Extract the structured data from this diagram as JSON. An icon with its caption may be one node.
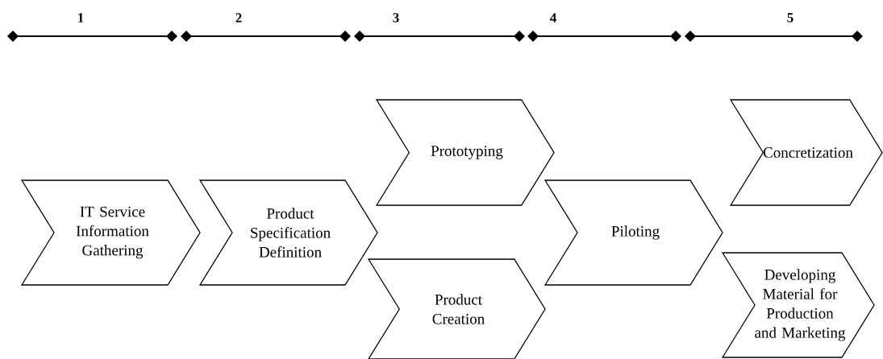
{
  "diagram": {
    "nodes": [
      {
        "text": [
          "IT Service Information Gathering"
        ]
      },
      {
        "text": [
          "Product Specification Definition"
        ]
      },
      {
        "text": [
          "Prototyping"
        ]
      },
      {
        "text": [
          "Product Creation"
        ]
      },
      {
        "text": [
          "Piloting"
        ]
      },
      {
        "text": [
          "Concretization"
        ]
      },
      {
        "text": [
          "Developing Material for Production and Marketing"
        ]
      }
    ],
    "edges": [],
    "labels": [
      "1",
      "2",
      "3",
      "4",
      "5"
    ]
  }
}
